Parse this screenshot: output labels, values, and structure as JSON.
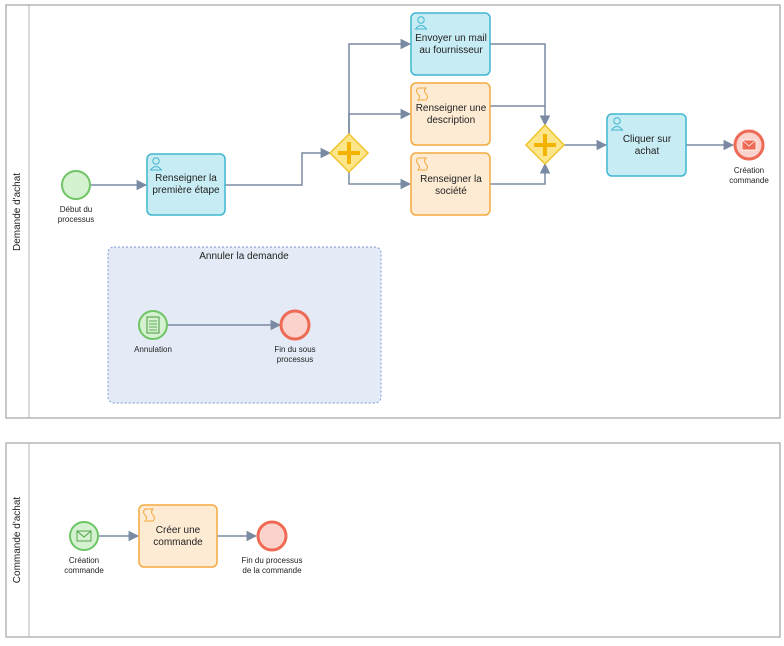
{
  "pools": {
    "top": {
      "label": "Demande d'achat"
    },
    "bottom": {
      "label": "Commande d'achat"
    }
  },
  "top": {
    "start_event": {
      "line1": "Début du",
      "line2": "processus"
    },
    "task_first": {
      "line1": "Renseigner la",
      "line2": "première étape",
      "kind": "user"
    },
    "task_mail": {
      "line1": "Envoyer un mail",
      "line2": "au fournisseur",
      "kind": "user"
    },
    "task_description": {
      "line1": "Renseigner une",
      "line2": "description",
      "kind": "script"
    },
    "task_societe": {
      "line1": "Renseigner la",
      "line2": "société",
      "kind": "script"
    },
    "task_achat": {
      "line1": "Cliquer sur",
      "line2": "achat",
      "kind": "user"
    },
    "end_message": {
      "line1": "Création",
      "line2": "commande"
    },
    "subprocess": {
      "title": "Annuler la demande",
      "start": {
        "label": "Annulation"
      },
      "end": {
        "line1": "Fin du sous",
        "line2": "processus"
      }
    }
  },
  "bottom": {
    "start_message": {
      "line1": "Création",
      "line2": "commande"
    },
    "task_creer": {
      "line1": "Créer une",
      "line2": "commande",
      "kind": "script"
    },
    "end_event": {
      "line1": "Fin du processus",
      "line2": "de la commande"
    }
  },
  "colors": {
    "user_task_fill": "#c8ecf3",
    "script_task_fill": "#fdebd4",
    "start_event": "#6fc466",
    "end_event": "#ee6a55",
    "gateway": "#f0c42c",
    "sequence_flow": "#7a8aa3"
  }
}
